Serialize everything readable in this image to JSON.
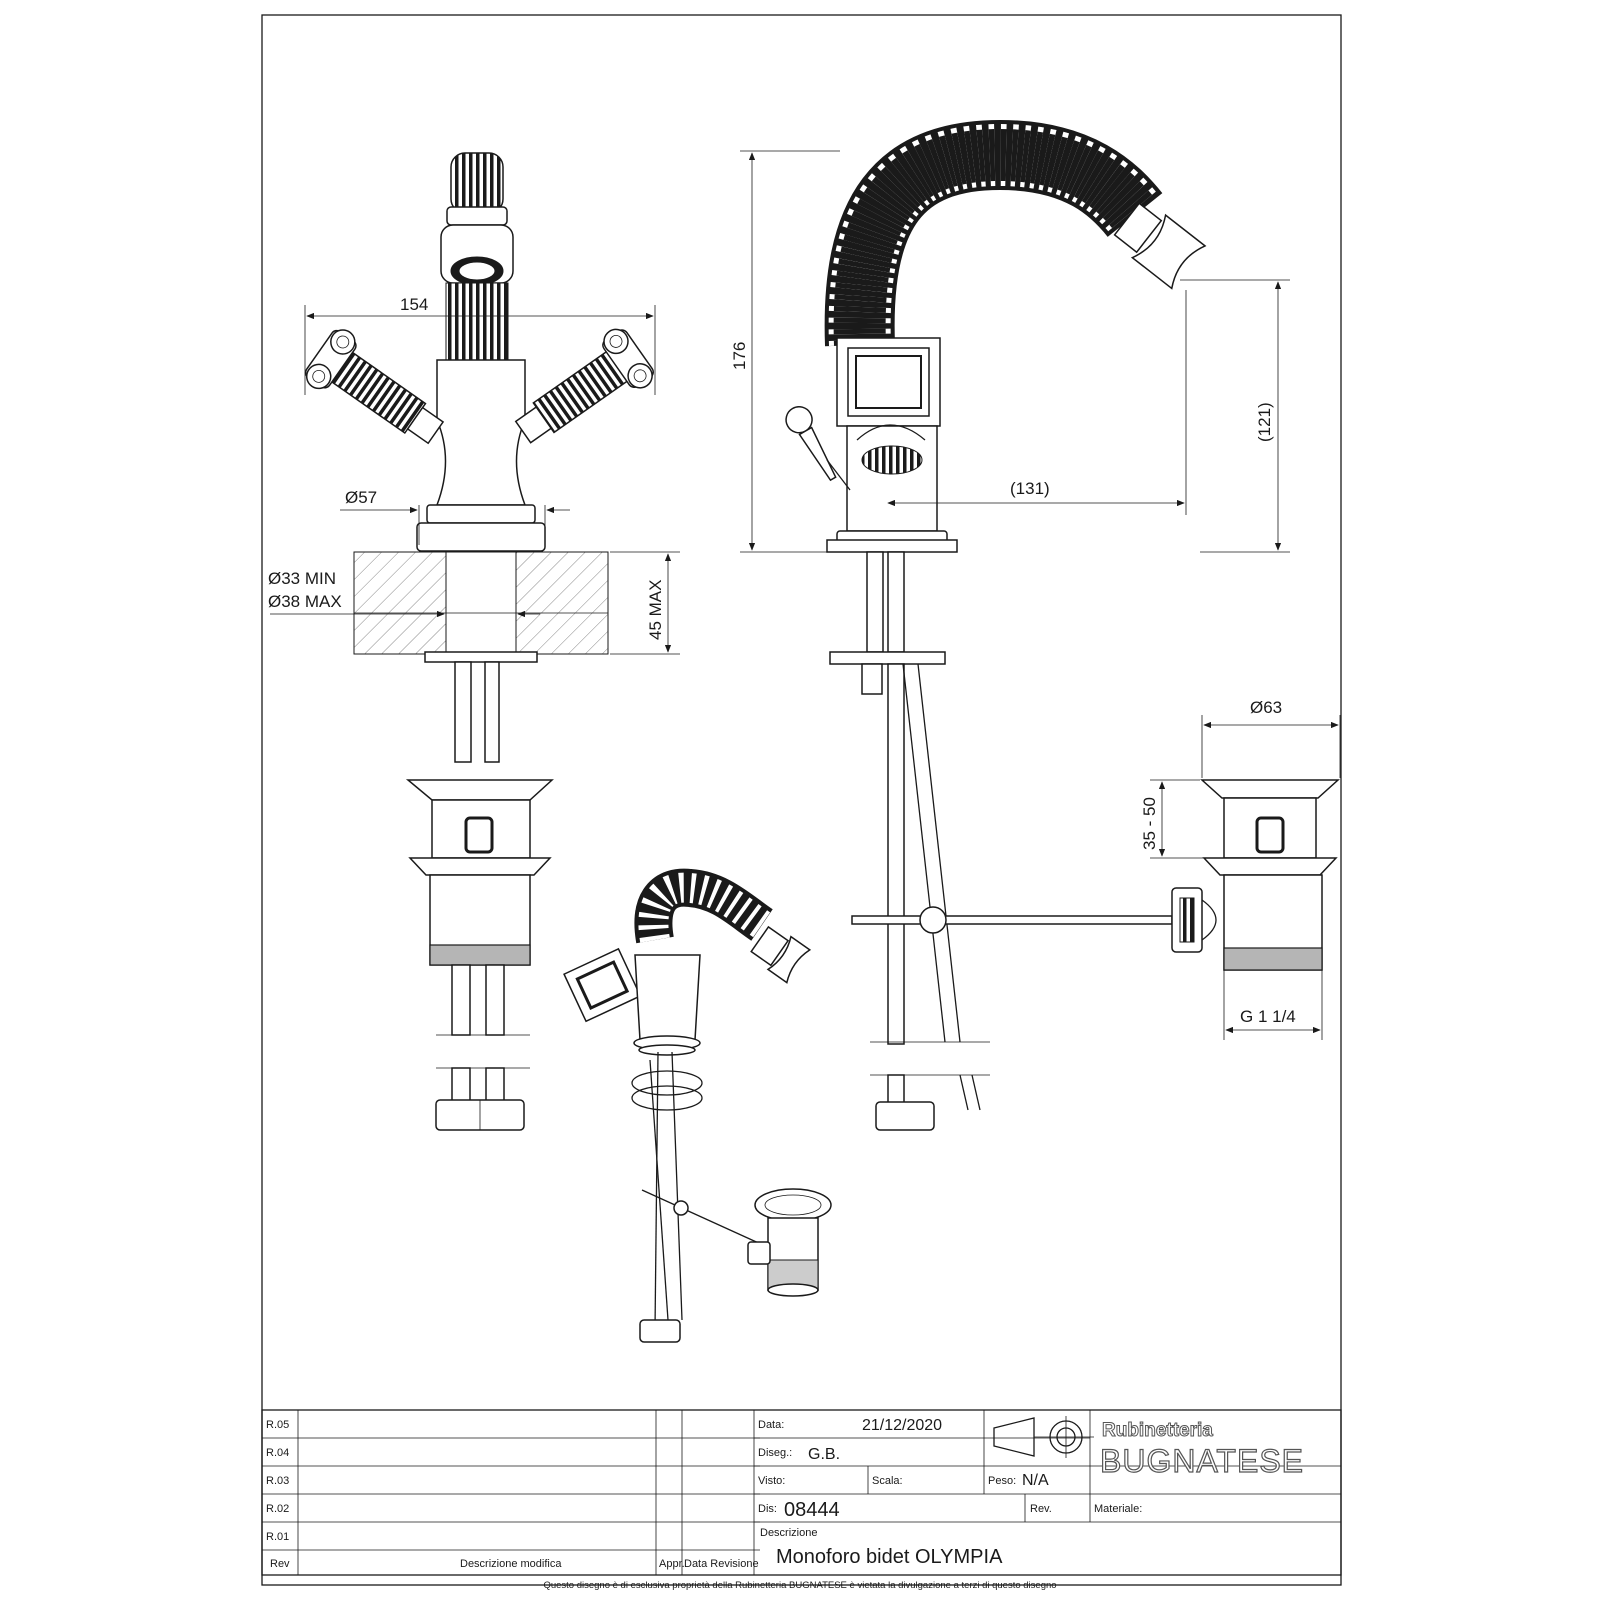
{
  "dimensions": {
    "width_154": "154",
    "dia_57": "Ø57",
    "dia_33_min": "Ø33 MIN",
    "dia_38_max": "Ø38 MAX",
    "max_45": "45 MAX",
    "height_176": "176",
    "height_121": "(121)",
    "reach_131": "(131)",
    "dia_63": "Ø63",
    "range_35_50": "35 - 50",
    "thread_g114": "G 1 1/4"
  },
  "title_block": {
    "revisions": [
      {
        "code": "R.05"
      },
      {
        "code": "R.04"
      },
      {
        "code": "R.03"
      },
      {
        "code": "R.02"
      },
      {
        "code": "R.01"
      }
    ],
    "rev_header": "Rev",
    "desc_mod_header": "Descrizione modifica",
    "appr_header": "Appr.",
    "data_rev_header": "Data Revisione",
    "data_label": "Data:",
    "data_value": "21/12/2020",
    "diseg_label": "Diseg.:",
    "diseg_value": "G.B.",
    "visto_label": "Visto:",
    "scala_label": "Scala:",
    "peso_label": "Peso:",
    "peso_value": "N/A",
    "dis_label": "Dis:",
    "dis_value": "08444",
    "rev_label": "Rev.",
    "materiale_label": "Materiale:",
    "descrizione_label": "Descrizione",
    "descrizione_value": "Monoforo bidet OLYMPIA",
    "brand_line1": "Rubinetteria",
    "brand_line2": "BUGNATESE",
    "footer": "Questo disegno è di esclusiva proprietà della Rubinetteria BUGNATESE è vietata la divulgazione a terzi di questo disegno"
  },
  "icons": {
    "projection_symbol": "first-angle-projection-icon"
  }
}
